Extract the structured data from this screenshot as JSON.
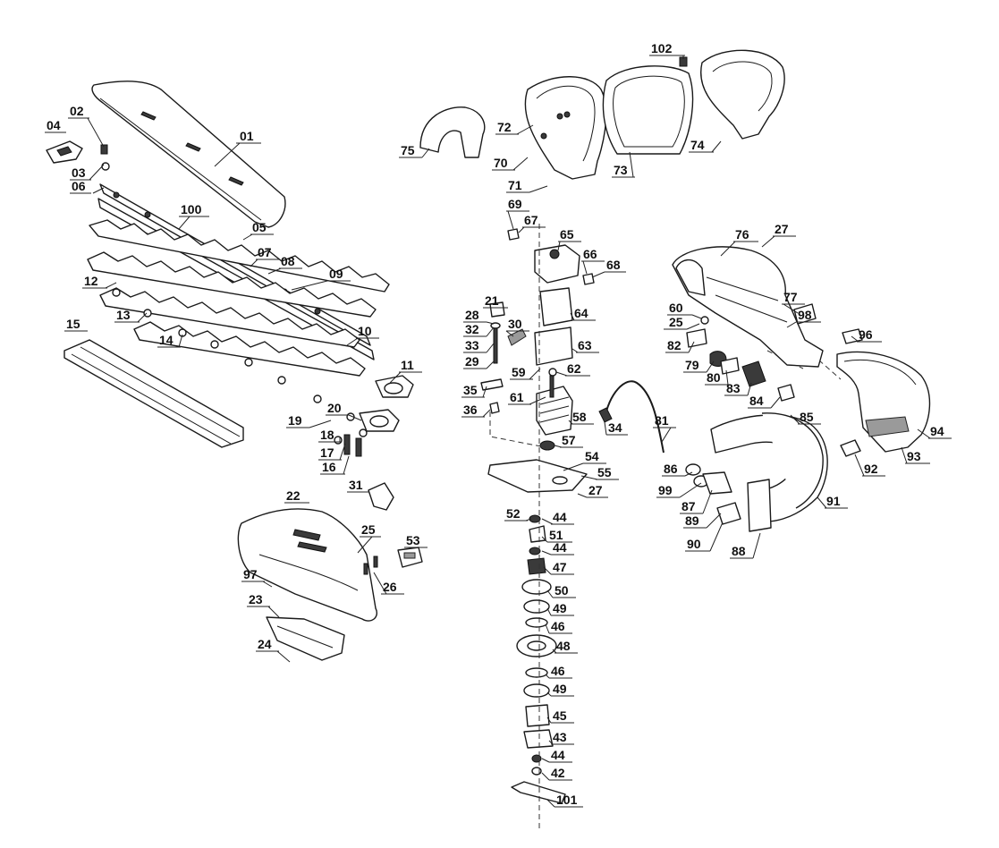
{
  "labels": [
    {
      "id": "01",
      "text": "01"
    },
    {
      "id": "02",
      "text": "02"
    },
    {
      "id": "03",
      "text": "03"
    },
    {
      "id": "04",
      "text": "04"
    },
    {
      "id": "05",
      "text": "05"
    },
    {
      "id": "06",
      "text": "06"
    },
    {
      "id": "07",
      "text": "07"
    },
    {
      "id": "08",
      "text": "08"
    },
    {
      "id": "09",
      "text": "09"
    },
    {
      "id": "10",
      "text": "10"
    },
    {
      "id": "11",
      "text": "11"
    },
    {
      "id": "12",
      "text": "12"
    },
    {
      "id": "13",
      "text": "13"
    },
    {
      "id": "14",
      "text": "14"
    },
    {
      "id": "15",
      "text": "15"
    },
    {
      "id": "16",
      "text": "16"
    },
    {
      "id": "17",
      "text": "17"
    },
    {
      "id": "18",
      "text": "18"
    },
    {
      "id": "19",
      "text": "19"
    },
    {
      "id": "20",
      "text": "20"
    },
    {
      "id": "21",
      "text": "21"
    },
    {
      "id": "22",
      "text": "22"
    },
    {
      "id": "23",
      "text": "23"
    },
    {
      "id": "24",
      "text": "24"
    },
    {
      "id": "25a",
      "text": "25"
    },
    {
      "id": "25b",
      "text": "25"
    },
    {
      "id": "26",
      "text": "26"
    },
    {
      "id": "27a",
      "text": "27"
    },
    {
      "id": "27b",
      "text": "27"
    },
    {
      "id": "28",
      "text": "28"
    },
    {
      "id": "29",
      "text": "29"
    },
    {
      "id": "30",
      "text": "30"
    },
    {
      "id": "31",
      "text": "31"
    },
    {
      "id": "32",
      "text": "32"
    },
    {
      "id": "33",
      "text": "33"
    },
    {
      "id": "34",
      "text": "34"
    },
    {
      "id": "35",
      "text": "35"
    },
    {
      "id": "36",
      "text": "36"
    },
    {
      "id": "42",
      "text": "42"
    },
    {
      "id": "43",
      "text": "43"
    },
    {
      "id": "44a",
      "text": "44"
    },
    {
      "id": "44b",
      "text": "44"
    },
    {
      "id": "44c",
      "text": "44"
    },
    {
      "id": "45",
      "text": "45"
    },
    {
      "id": "46a",
      "text": "46"
    },
    {
      "id": "46b",
      "text": "46"
    },
    {
      "id": "47",
      "text": "47"
    },
    {
      "id": "48",
      "text": "48"
    },
    {
      "id": "49a",
      "text": "49"
    },
    {
      "id": "49b",
      "text": "49"
    },
    {
      "id": "50",
      "text": "50"
    },
    {
      "id": "51",
      "text": "51"
    },
    {
      "id": "52",
      "text": "52"
    },
    {
      "id": "53",
      "text": "53"
    },
    {
      "id": "54",
      "text": "54"
    },
    {
      "id": "55",
      "text": "55"
    },
    {
      "id": "57",
      "text": "57"
    },
    {
      "id": "58",
      "text": "58"
    },
    {
      "id": "59",
      "text": "59"
    },
    {
      "id": "60",
      "text": "60"
    },
    {
      "id": "61",
      "text": "61"
    },
    {
      "id": "62",
      "text": "62"
    },
    {
      "id": "63",
      "text": "63"
    },
    {
      "id": "64",
      "text": "64"
    },
    {
      "id": "65",
      "text": "65"
    },
    {
      "id": "66",
      "text": "66"
    },
    {
      "id": "67",
      "text": "67"
    },
    {
      "id": "68",
      "text": "68"
    },
    {
      "id": "69",
      "text": "69"
    },
    {
      "id": "70",
      "text": "70"
    },
    {
      "id": "71",
      "text": "71"
    },
    {
      "id": "72",
      "text": "72"
    },
    {
      "id": "73",
      "text": "73"
    },
    {
      "id": "74",
      "text": "74"
    },
    {
      "id": "75",
      "text": "75"
    },
    {
      "id": "76",
      "text": "76"
    },
    {
      "id": "77",
      "text": "77"
    },
    {
      "id": "79",
      "text": "79"
    },
    {
      "id": "80",
      "text": "80"
    },
    {
      "id": "81",
      "text": "81"
    },
    {
      "id": "82",
      "text": "82"
    },
    {
      "id": "83",
      "text": "83"
    },
    {
      "id": "84",
      "text": "84"
    },
    {
      "id": "85",
      "text": "85"
    },
    {
      "id": "86",
      "text": "86"
    },
    {
      "id": "87",
      "text": "87"
    },
    {
      "id": "88",
      "text": "88"
    },
    {
      "id": "89",
      "text": "89"
    },
    {
      "id": "90",
      "text": "90"
    },
    {
      "id": "91",
      "text": "91"
    },
    {
      "id": "92",
      "text": "92"
    },
    {
      "id": "93",
      "text": "93"
    },
    {
      "id": "94",
      "text": "94"
    },
    {
      "id": "96",
      "text": "96"
    },
    {
      "id": "97",
      "text": "97"
    },
    {
      "id": "98",
      "text": "98"
    },
    {
      "id": "99",
      "text": "99"
    },
    {
      "id": "100",
      "text": "100"
    },
    {
      "id": "101",
      "text": "101"
    },
    {
      "id": "102",
      "text": "102"
    }
  ]
}
